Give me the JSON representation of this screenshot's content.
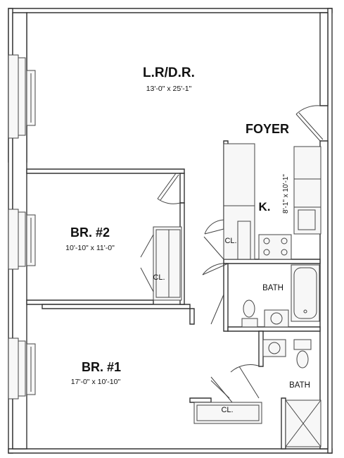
{
  "rooms": {
    "living": {
      "name": "L.R/D.R.",
      "dims": "13'-0\" x 25'-1\""
    },
    "foyer": {
      "name": "FOYER"
    },
    "kitchen": {
      "name": "K.",
      "dims": "8'-1\" x 10'-1\""
    },
    "br2": {
      "name": "BR. #2",
      "dims": "10'-10\" x 11'-0\""
    },
    "br1": {
      "name": "BR. #1",
      "dims": "17'-0\" x 10'-10\""
    },
    "closet_br2": {
      "name": "CL."
    },
    "closet_kitchen": {
      "name": "CL."
    },
    "closet_br1": {
      "name": "CL."
    },
    "bath1": {
      "name": "BATH"
    },
    "bath2": {
      "name": "BATH"
    }
  },
  "colors": {
    "wall": "#333333",
    "text": "#111111",
    "fixture_fill": "#f7f7f7"
  }
}
